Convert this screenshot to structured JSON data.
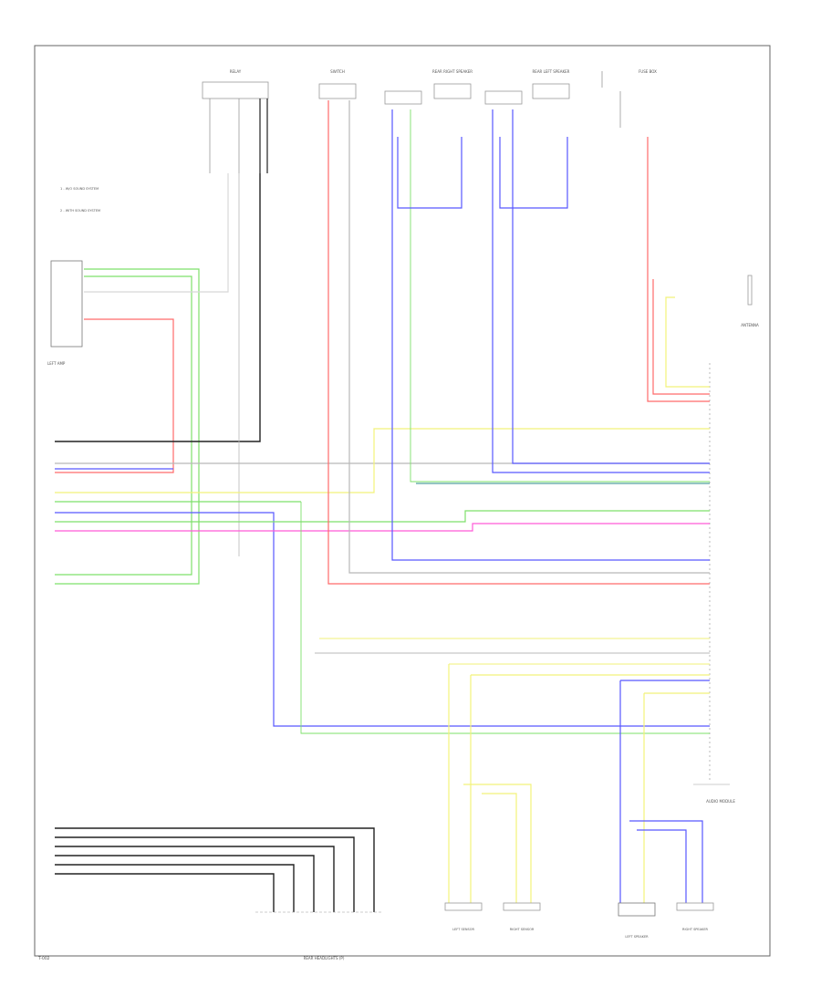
{
  "colors": {
    "frame": "#555555",
    "black": "#222222",
    "red": "#ff6a6a",
    "green": "#7ee06a",
    "blue": "#5858ff",
    "yellow": "#f2f27a",
    "gray": "#b8b8b8",
    "teal": "#2a8a8a",
    "magenta": "#ff5ad8",
    "ltgray": "#d8d8d8"
  },
  "footer": {
    "code": "T-002",
    "bottom_caption": "REAR HEADLIGHTS (P)"
  },
  "components": {
    "top_left_relay": "RELAY",
    "top_switch": "SWITCH",
    "rear_right_speaker": "REAR RIGHT SPEAKER",
    "rear_left_speaker": "REAR LEFT SPEAKER",
    "main_module": "AUDIO MODULE",
    "left_amp": "LEFT AMP",
    "fuse_box": "FUSE BOX",
    "antenna": "ANTENNA",
    "bottom_sensor_1": "LEFT SENSOR",
    "bottom_sensor_2": "RIGHT SENSOR",
    "bottom_sensor_3": "LEFT SPEAKER",
    "bottom_sensor_4": "RIGHT SPEAKER"
  },
  "notes": {
    "note_1": "1 - W/O SOUND SYSTEM",
    "note_2": "2 - WITH SOUND SYSTEM"
  }
}
